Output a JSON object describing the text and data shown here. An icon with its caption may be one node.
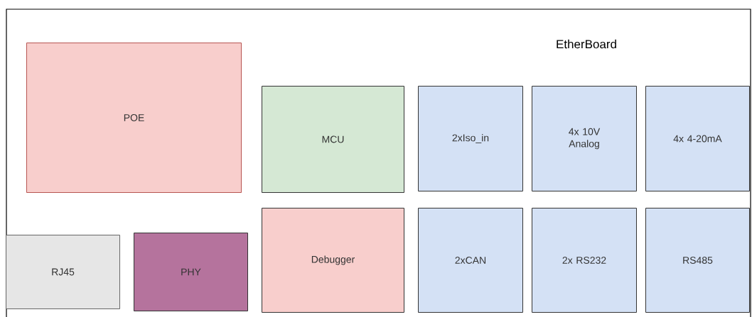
{
  "diagram": {
    "nodes": [
      {
        "text": [
          "EtherBoard"
        ]
      },
      {
        "text": [
          "POE"
        ],
        "in": 0
      },
      {
        "text": [
          "MCU"
        ],
        "in": 0
      },
      {
        "text": [
          "2xIso_in"
        ],
        "in": 0
      },
      {
        "text": [
          "4x 10V Analog"
        ],
        "in": 0
      },
      {
        "text": [
          "4x 4-20mA"
        ],
        "in": 0
      },
      {
        "text": [
          "RJ45"
        ],
        "in": 0
      },
      {
        "text": [
          "PHY"
        ],
        "in": 0
      },
      {
        "text": [
          "Debugger"
        ],
        "in": 0
      },
      {
        "text": [
          "2xCAN"
        ],
        "in": 0
      },
      {
        "text": [
          "2x RS232"
        ],
        "in": 0
      },
      {
        "text": [
          "RS485"
        ],
        "in": 0
      }
    ],
    "edges": []
  }
}
